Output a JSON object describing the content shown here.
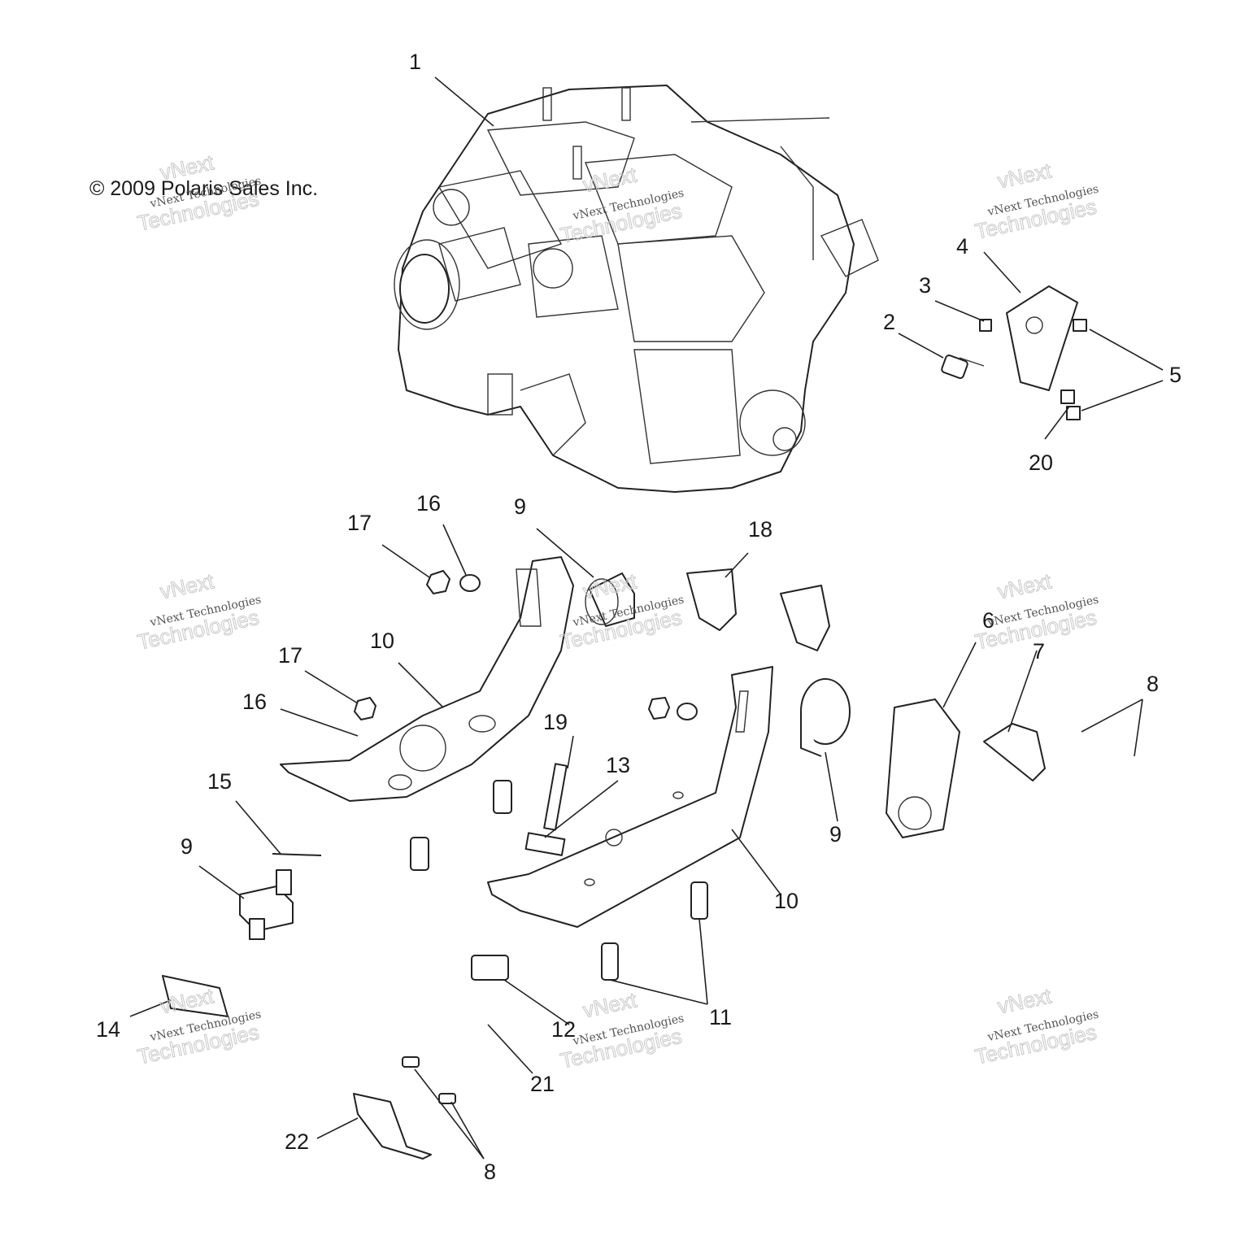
{
  "copyright": "© 2009 Polaris Sales Inc.",
  "watermark": {
    "line1": "vNext",
    "line2": "vNext Technologies",
    "line3": "Technologies"
  },
  "callouts": [
    "1",
    "2",
    "3",
    "4",
    "5",
    "20",
    "17",
    "16",
    "9",
    "18",
    "10",
    "17",
    "16",
    "19",
    "13",
    "6",
    "7",
    "8",
    "9",
    "15",
    "9",
    "10",
    "11",
    "12",
    "14",
    "21",
    "22",
    "8"
  ],
  "colors": {
    "line": "#222222",
    "watermark": "#c8c8c8",
    "background": "#ffffff"
  }
}
